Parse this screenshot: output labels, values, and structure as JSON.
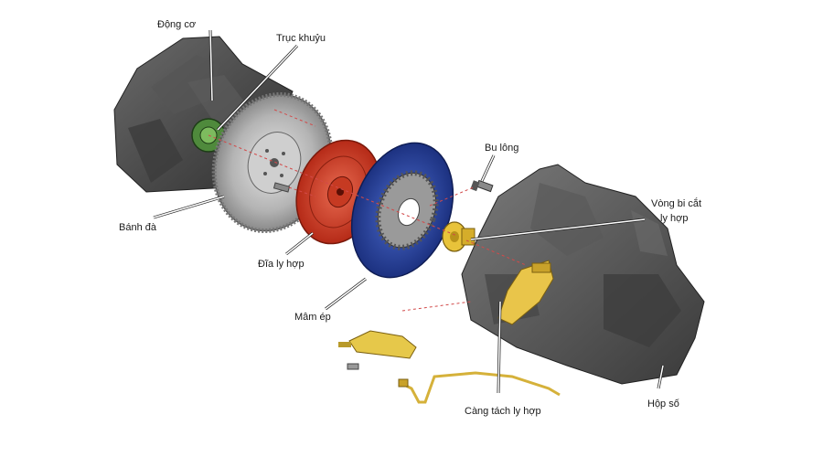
{
  "labels": {
    "engine": "Động cơ",
    "crankshaft": "Trục khuỷu",
    "flywheel": "Bánh đà",
    "clutch_disc": "Đĩa ly hợp",
    "pressure_plate": "Mâm ép",
    "bolt": "Bu lông",
    "release_bearing_line1": "Vòng bi cắt",
    "release_bearing_line2": "ly hợp",
    "release_fork": "Càng tách ly hợp",
    "gearbox": "Hộp số"
  },
  "colors": {
    "engine_block": "#4a4a4a",
    "flywheel": "#b9b9b9",
    "clutch_disc": "#d8432c",
    "pressure_plate": "#2a49a8",
    "bearing": "#e8c33a",
    "gearbox": "#525252",
    "hydraulic": "#e6c84a"
  }
}
